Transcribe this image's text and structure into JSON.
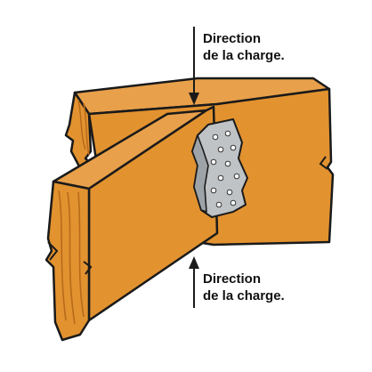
{
  "annotations": {
    "top": {
      "line1": "Direction",
      "line2": "de la charge."
    },
    "bottom": {
      "line1": "Direction",
      "line2": "de la charge."
    }
  },
  "colors": {
    "wood": "#e2922f",
    "wood_grain": "#b86a1c",
    "outline": "#1a1a1a",
    "metal_plate": "#bfc3c6",
    "arrow": "#1a1a1a"
  }
}
